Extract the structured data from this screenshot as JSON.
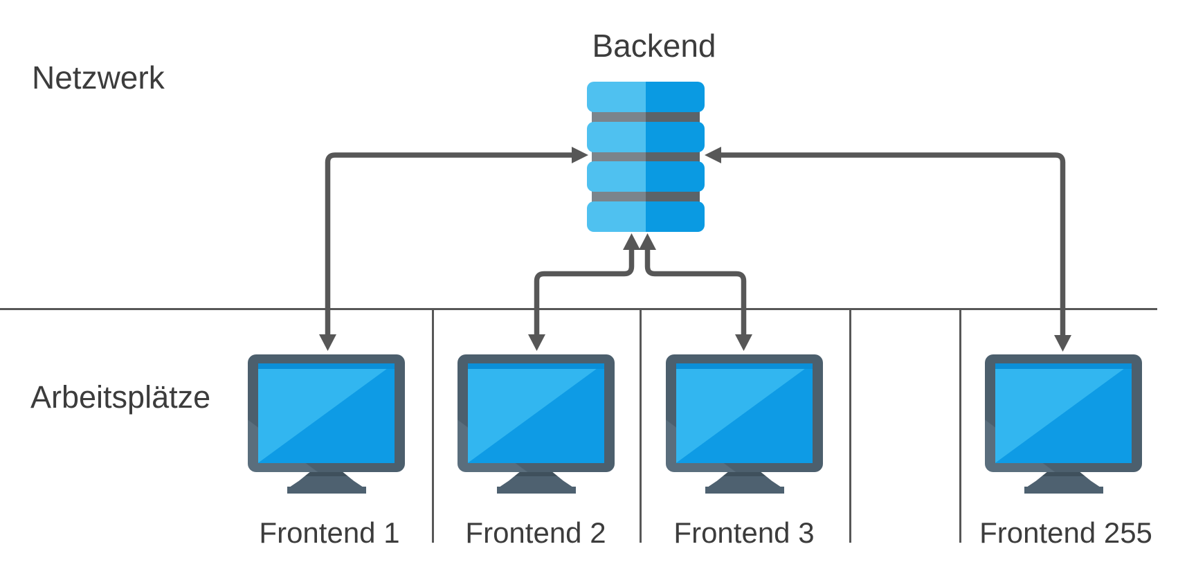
{
  "diagram": {
    "network_zone_label": "Netzwerk",
    "workstations_zone_label": "Arbeitsplätze",
    "backend": {
      "label": "Backend",
      "icon": "database-icon"
    },
    "workstations": [
      {
        "label": "Frontend 1",
        "icon": "monitor-icon"
      },
      {
        "label": "Frontend 2",
        "icon": "monitor-icon"
      },
      {
        "label": "Frontend 3",
        "icon": "monitor-icon"
      },
      {
        "label": "Frontend 255",
        "icon": "monitor-icon"
      }
    ],
    "connections": [
      "frontend1-backend-bidirectional",
      "frontend2-backend-bidirectional",
      "frontend3-backend-bidirectional",
      "frontend255-backend-bidirectional"
    ],
    "colors": {
      "line_gray": "#575757",
      "text_dark": "#3C3C3C",
      "db_light_blue": "#4FC1F0",
      "db_dark_blue": "#0A9AE2",
      "db_gap_light": "#7B848B",
      "db_gap_dark": "#5B6368",
      "monitor_bezel": "#4C5F6D",
      "monitor_bezel_light": "#5A6E7D",
      "screen_light_blue": "#32B6F0",
      "screen_dark_blue": "#0E9BE5",
      "screen_top_strip": "#0A8FD8",
      "stand_slate": "#4E6170"
    }
  }
}
